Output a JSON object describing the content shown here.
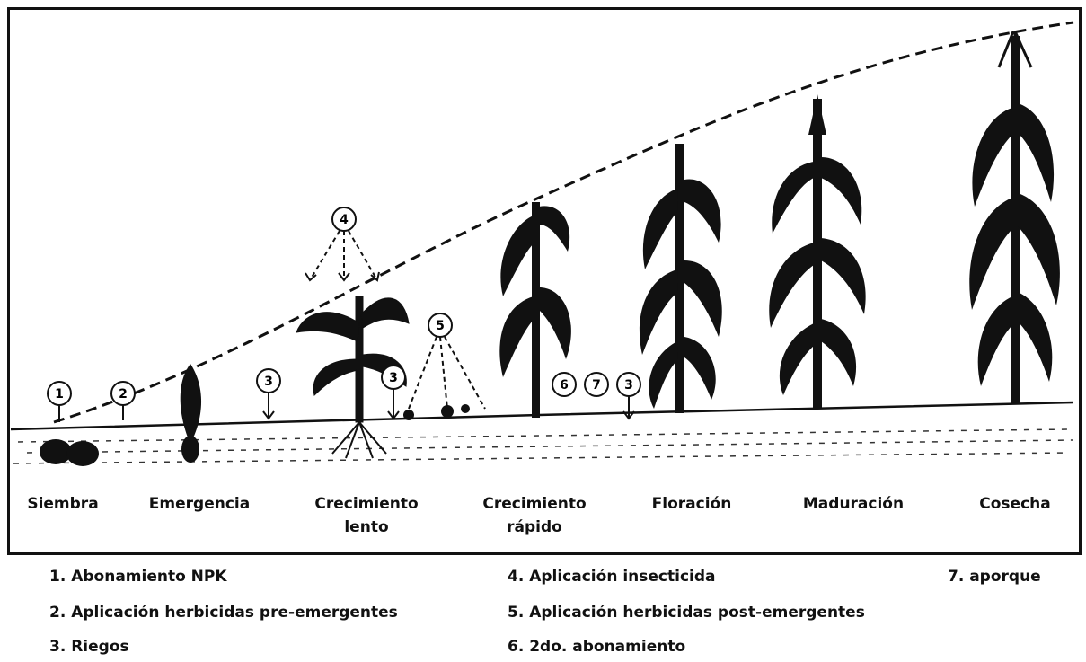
{
  "stages": [
    {
      "line1": "Siembra",
      "line2": ""
    },
    {
      "line1": "Emergencia",
      "line2": ""
    },
    {
      "line1": "Crecimiento",
      "line2": "lento"
    },
    {
      "line1": "Crecimiento",
      "line2": "rápido"
    },
    {
      "line1": "Floración",
      "line2": ""
    },
    {
      "line1": "Maduración",
      "line2": ""
    },
    {
      "line1": "Cosecha",
      "line2": ""
    }
  ],
  "markers": [
    "1",
    "2",
    "3",
    "4",
    "3",
    "5",
    "6",
    "7",
    "3"
  ],
  "legend": {
    "item1": "1. Abonamiento  NPK",
    "item2": "2. Aplicación herbicidas pre-emergentes",
    "item3": "3. Riegos",
    "item4": "4. Aplicación insecticida",
    "item5": "5. Aplicación herbicidas post-emergentes",
    "item6": "6. 2do. abonamiento",
    "item7": "7. aporque"
  }
}
